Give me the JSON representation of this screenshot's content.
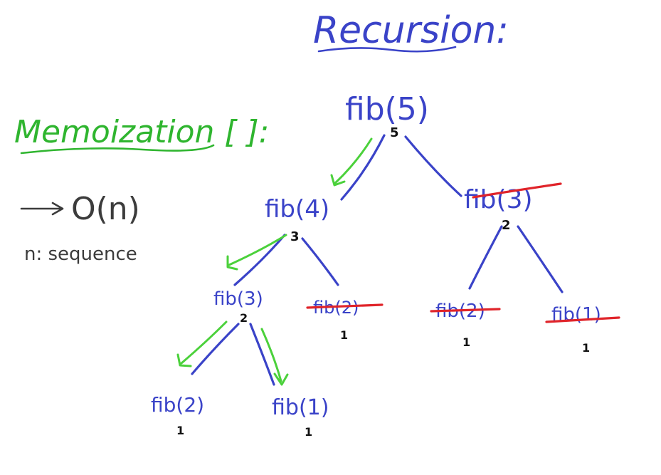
{
  "headings": {
    "recursion": "Recursion:",
    "memoization": "Memoization [ ]:"
  },
  "complexity": {
    "big_o": "O(n)",
    "note": "n: sequence"
  },
  "tree": {
    "nodes": [
      {
        "id": "fib5",
        "label": "fib(5)",
        "value": "5",
        "crossed": false
      },
      {
        "id": "fib4",
        "label": "fib(4)",
        "value": "3",
        "crossed": false
      },
      {
        "id": "fib3-right",
        "label": "fib(3)",
        "value": "2",
        "crossed": true
      },
      {
        "id": "fib3-left",
        "label": "fib(3)",
        "value": "2",
        "crossed": false
      },
      {
        "id": "fib2-mid",
        "label": "fib(2)",
        "value": "1",
        "crossed": true
      },
      {
        "id": "fib2-right",
        "label": "fib(2)",
        "value": "1",
        "crossed": true
      },
      {
        "id": "fib1-right",
        "label": "fib(1)",
        "value": "1",
        "crossed": true
      },
      {
        "id": "fib2-bottom",
        "label": "fib(2)",
        "value": "1",
        "crossed": false
      },
      {
        "id": "fib1-bottom",
        "label": "fib(1)",
        "value": "1",
        "crossed": false
      }
    ]
  },
  "colors": {
    "tree_ink": "#3a43c8",
    "memo_ink": "#2fb52f",
    "strike_ink": "#e0242a",
    "note_ink": "#3c3c3c"
  }
}
